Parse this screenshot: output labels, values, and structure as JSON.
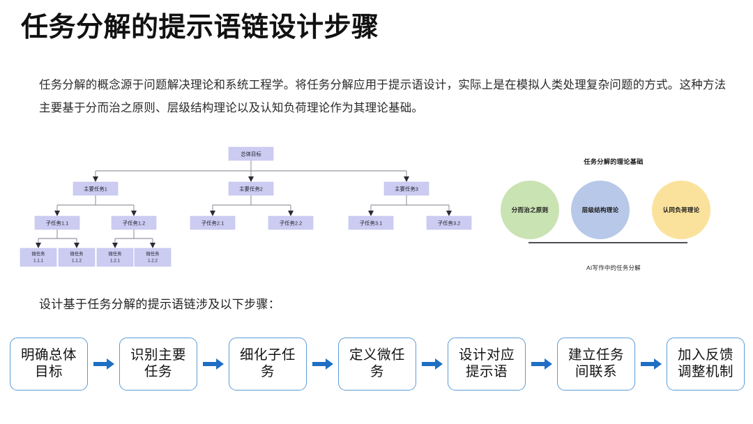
{
  "page": {
    "title": "任务分解的提示语链设计步骤",
    "intro": "任务分解的概念源于问题解决理论和系统工程学。将任务分解应用于提示语设计，实际上是在模拟人类处理复杂问题的方式。这种方法主要基于分而治之原则、层级结构理论以及认知负荷理论作为其理论基础。",
    "steps_intro": "设计基于任务分解的提示语链涉及以下步骤："
  },
  "tree": {
    "root": "总体目标",
    "main_tasks": [
      "主要任务1",
      "主要任务2",
      "主要任务3"
    ],
    "sub_tasks": [
      "子任务1.1",
      "子任务1.2",
      "子任务2.1",
      "子任务2.2",
      "子任务3.1",
      "子任务3.2"
    ],
    "micro_tasks": [
      {
        "line1": "微任务",
        "line2": "1.1.1"
      },
      {
        "line1": "微任务",
        "line2": "1.1.2"
      },
      {
        "line1": "微任务",
        "line2": "1.2.1"
      },
      {
        "line1": "微任务",
        "line2": "1.2.2"
      }
    ],
    "box_fill": "#ccccf2",
    "link_color": "#7d7d8c"
  },
  "theory": {
    "title": "任务分解的理论基础",
    "caption": "AI写作中的任务分解",
    "circles": [
      {
        "label": "分而治之原则",
        "color": "#c9e3b3"
      },
      {
        "label": "层级结构理论",
        "color": "#b7c8e8"
      },
      {
        "label": "认同负荷理论",
        "color": "#fbe29c"
      }
    ],
    "baseline_color": "#4d4d55"
  },
  "steps": {
    "arrow_color": "#1f6fc4",
    "border_color": "#5b9bd5",
    "items": [
      {
        "line1": "明确总体",
        "line2": "目标"
      },
      {
        "line1": "识别主要",
        "line2": "任务"
      },
      {
        "line1": "细化子任",
        "line2": "务"
      },
      {
        "line1": "定义微任",
        "line2": "务"
      },
      {
        "line1": "设计对应",
        "line2": "提示语"
      },
      {
        "line1": "建立任务",
        "line2": "间联系"
      },
      {
        "line1": "加入反馈",
        "line2": "调整机制"
      }
    ]
  }
}
